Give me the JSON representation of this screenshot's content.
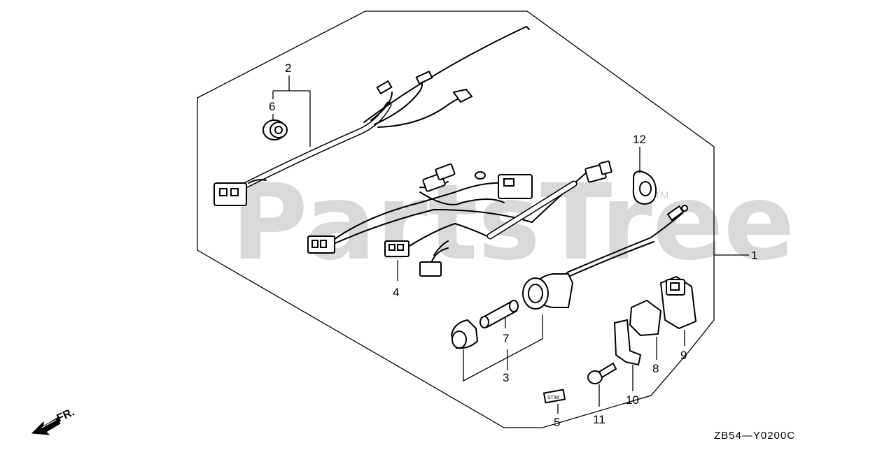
{
  "watermark": {
    "text": "PartsTree",
    "trademark": "TM"
  },
  "diagram_code": "ZB54—Y0200C",
  "direction": {
    "label": "FR.",
    "arrow_icon": "direction-arrow-icon"
  },
  "callouts": {
    "c1": "1",
    "c2": "2",
    "c3": "3",
    "c4": "4",
    "c5": "5",
    "c6": "6",
    "c7": "7",
    "c8": "8",
    "c9": "9",
    "c10": "10",
    "c11": "11",
    "c12": "12"
  },
  "label_plate_text": "ST/M",
  "colors": {
    "ink": "#000000",
    "watermark": "#d9d9d9",
    "background": "#ffffff"
  }
}
